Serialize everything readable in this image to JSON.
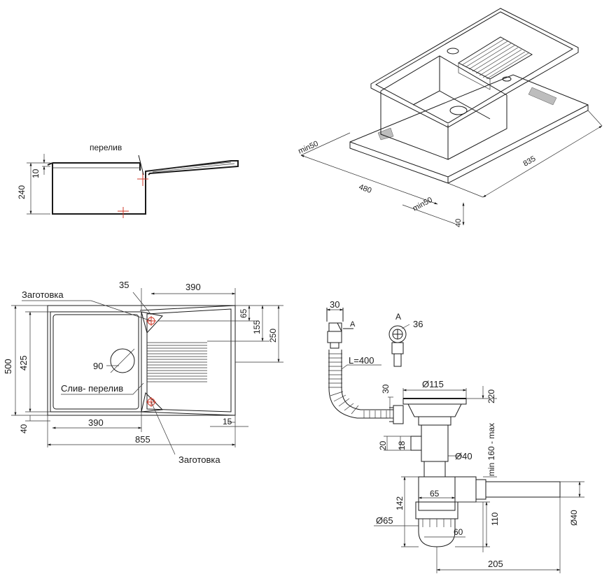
{
  "side_view": {
    "label_overflow": "перелив",
    "dim_240": "240",
    "dim_10": "10"
  },
  "iso_view": {
    "dim_min50_left": "min50",
    "dim_480": "480",
    "dim_835": "835",
    "dim_min50_right": "min50",
    "dim_40": "40"
  },
  "top_view": {
    "label_blank_top": "Заготовка",
    "label_blank_bottom": "Заготовка",
    "label_drain_overflow": "Слив- перелив",
    "dim_35": "35",
    "dim_390_top": "390",
    "dim_65": "65",
    "dim_155": "155",
    "dim_250": "250",
    "dim_500": "500",
    "dim_425": "425",
    "dim_90": "90",
    "dim_40": "40",
    "dim_390_bottom": "390",
    "dim_15": "15",
    "dim_855": "855"
  },
  "siphon_view": {
    "dim_30_top": "30",
    "label_A_arrow": "A",
    "label_A_detail": "A",
    "dim_36": "36",
    "dim_L400": "L=400",
    "dim_30_side": "30",
    "dim_115": "Ø115",
    "dim_220": "220",
    "dim_min_max": "min 160 - max",
    "dim_20": "20",
    "dim_18": "18",
    "dim_40_pipe": "Ø40",
    "dim_65_width": "65",
    "dim_142": "142",
    "dim_110": "110",
    "dim_40_outlet": "Ø40",
    "dim_65_diam": "Ø65",
    "dim_60": "60",
    "dim_205": "205"
  }
}
